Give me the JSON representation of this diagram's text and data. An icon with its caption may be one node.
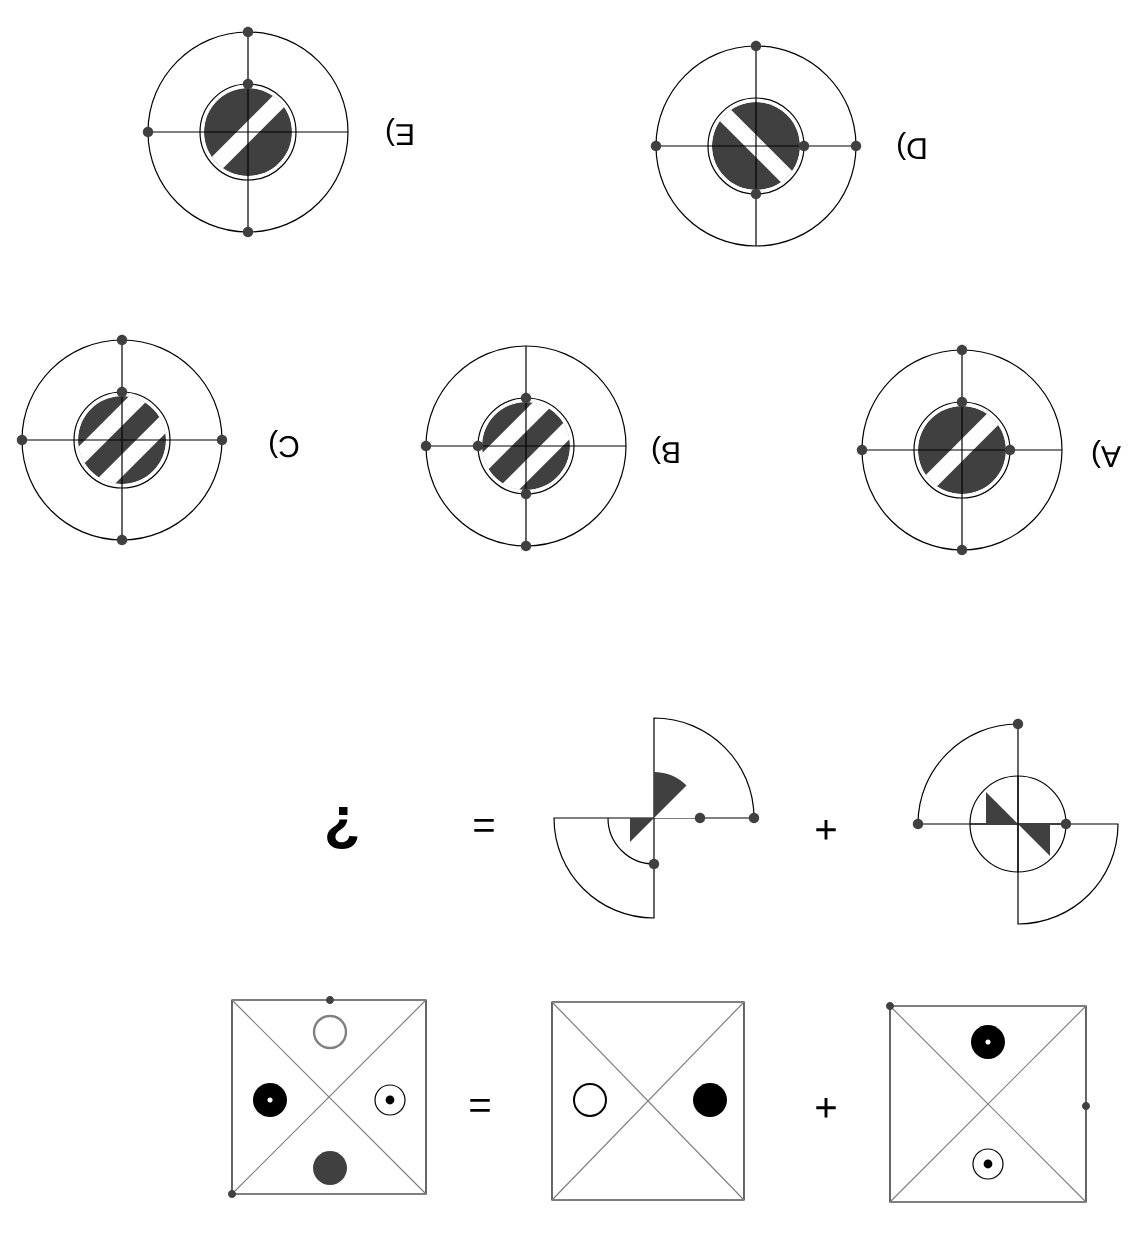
{
  "diagram": {
    "labels": [
      "E)",
      "D)",
      "C)",
      "B)",
      "A)",
      "?",
      "=",
      "+",
      "=",
      "+"
    ]
  }
}
